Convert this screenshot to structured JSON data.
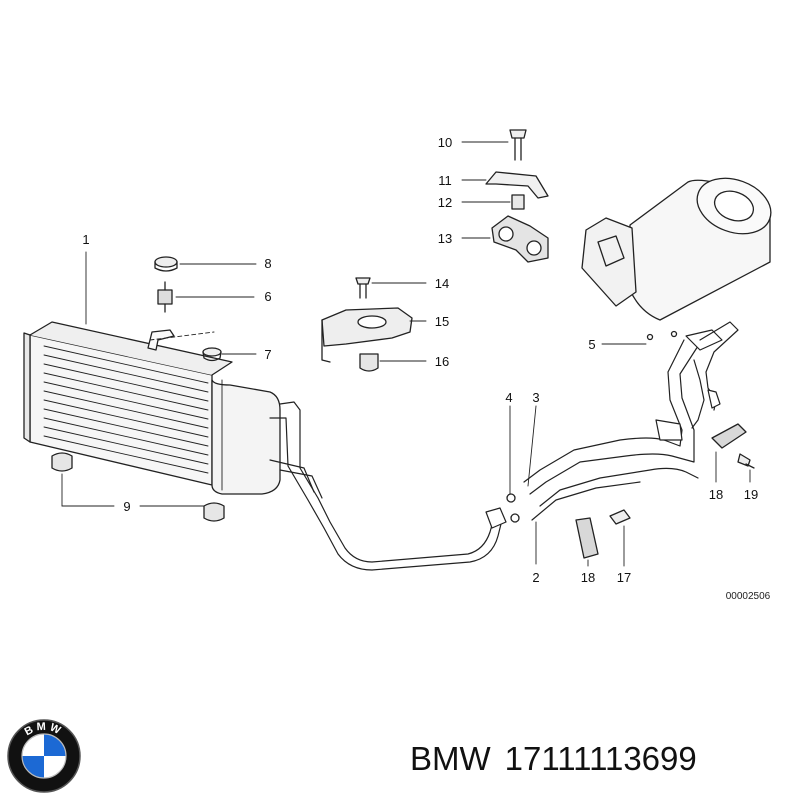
{
  "diagram": {
    "reference_code": "00002506",
    "callouts": [
      {
        "id": "c1",
        "label": "1"
      },
      {
        "id": "c2",
        "label": "2"
      },
      {
        "id": "c3",
        "label": "3"
      },
      {
        "id": "c4",
        "label": "4"
      },
      {
        "id": "c5",
        "label": "5"
      },
      {
        "id": "c6",
        "label": "6"
      },
      {
        "id": "c7",
        "label": "7"
      },
      {
        "id": "c8",
        "label": "8"
      },
      {
        "id": "c9",
        "label": "9"
      },
      {
        "id": "c10",
        "label": "10"
      },
      {
        "id": "c11",
        "label": "11"
      },
      {
        "id": "c12",
        "label": "12"
      },
      {
        "id": "c13",
        "label": "13"
      },
      {
        "id": "c14",
        "label": "14"
      },
      {
        "id": "c15",
        "label": "15"
      },
      {
        "id": "c16",
        "label": "16"
      },
      {
        "id": "c17",
        "label": "17"
      },
      {
        "id": "c18a",
        "label": "18"
      },
      {
        "id": "c18b",
        "label": "18"
      },
      {
        "id": "c19",
        "label": "19"
      }
    ]
  },
  "logo": {
    "text": "BMW",
    "colors": {
      "blue": "#1c69d4",
      "ring": "#111111",
      "white": "#ffffff"
    }
  },
  "part": {
    "brand": "BMW",
    "number": "17111113699"
  }
}
